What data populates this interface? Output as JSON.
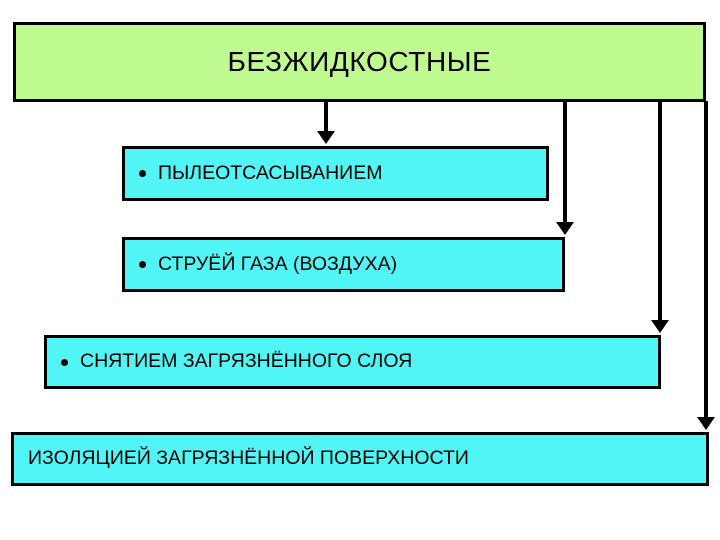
{
  "slide": {
    "title": "БЕЗЖИДКОСТНЫЕ",
    "colors": {
      "header_fill": "#BFFA90",
      "item_fill": "#52F5F5",
      "outline": "#000000",
      "text": "#000000",
      "background": "#FFFFFF"
    },
    "header": {
      "label": "БЕЗЖИДКОСТНЫЕ"
    },
    "items": [
      {
        "bullet": "•",
        "label": "ПЫЛЕОТСАСЫВАНИЕМ",
        "has_bullet": true
      },
      {
        "bullet": "•",
        "label": "СТРУЁЙ ГАЗА (ВОЗДУХА)",
        "has_bullet": true
      },
      {
        "bullet": "•",
        "label": "СНЯТИЕМ ЗАГРЯЗНЁННОГО СЛОЯ",
        "has_bullet": true
      },
      {
        "bullet": "",
        "label": "ИЗОЛЯЦИЕЙ ЗАГРЯЗНЁННОЙ ПОВЕРХНОСТИ",
        "has_bullet": false
      }
    ],
    "connectors": [
      {
        "name": "header-to-item-1",
        "from": "header",
        "to": "item-1"
      },
      {
        "name": "header-to-item-2",
        "from": "header",
        "to": "item-2"
      },
      {
        "name": "header-to-item-3",
        "from": "header",
        "to": "item-3"
      },
      {
        "name": "header-to-item-4",
        "from": "header",
        "to": "item-4"
      }
    ]
  }
}
